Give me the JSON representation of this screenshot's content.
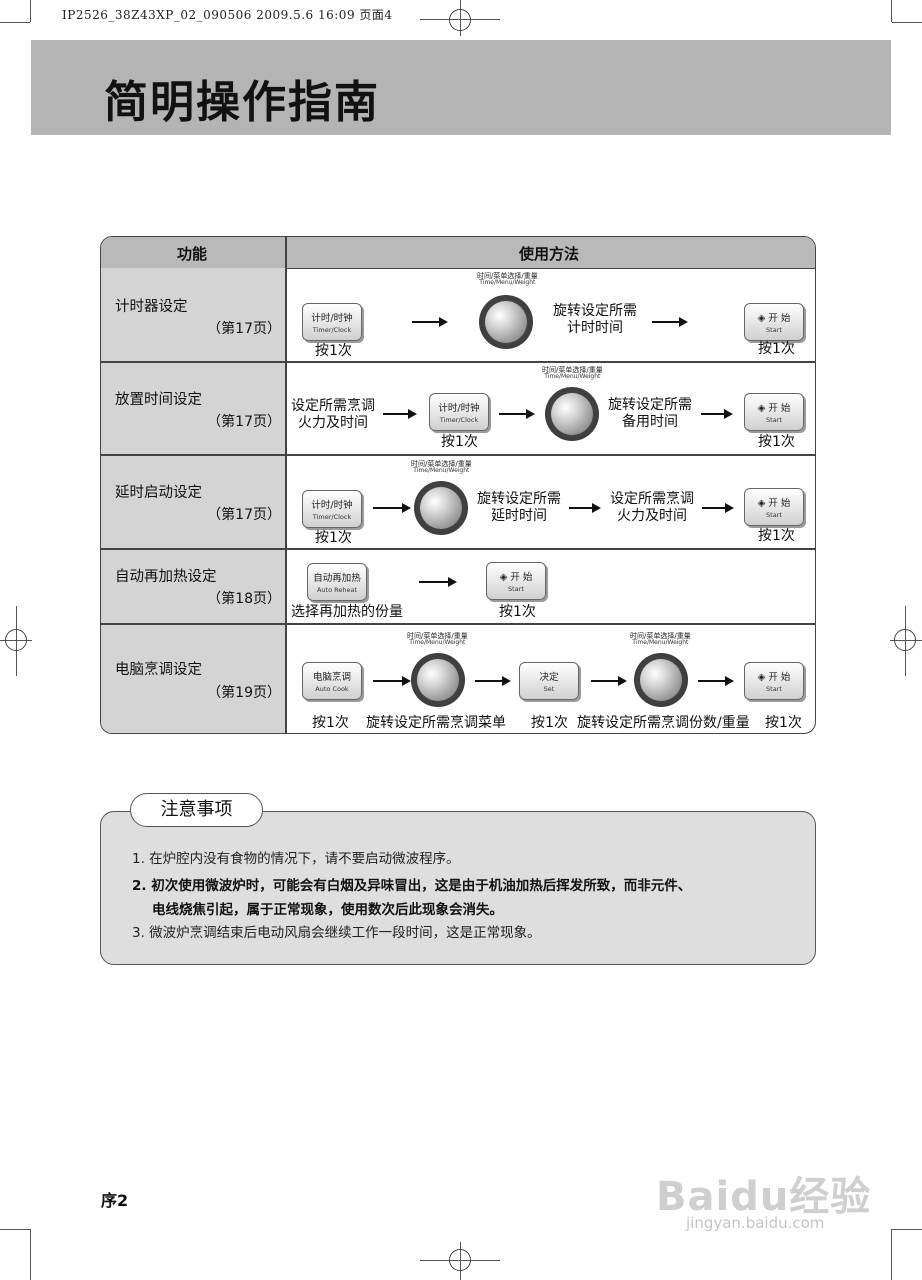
{
  "print_header": "IP2526_38Z43XP_02_090506  2009.5.6 16:09  页面4",
  "title": "简明操作指南",
  "table": {
    "col_function": "功能",
    "col_usage": "使用方法",
    "dial_cn": "时间/菜单选择/重量",
    "dial_en": "Time/Menu/Weight",
    "rows": [
      {
        "name": "计时器设定",
        "page": "（第17页）",
        "btn1_cn": "计时/时钟",
        "btn1_en": "Timer/Clock",
        "press1": "按1次",
        "turn_text": "旋转设定所需\n计时时间",
        "start_sym": "◈",
        "start_cn": "开 始",
        "start_en": "Start",
        "press_start": "按1次"
      },
      {
        "name": "放置时间设定",
        "page": "（第17页）",
        "pre_text": "设定所需烹调\n火力及时间",
        "btn1_cn": "计时/时钟",
        "btn1_en": "Timer/Clock",
        "press1": "按1次",
        "turn_text": "旋转设定所需\n备用时间",
        "start_sym": "◈",
        "start_cn": "开 始",
        "start_en": "Start",
        "press_start": "按1次"
      },
      {
        "name": "延时启动设定",
        "page": "（第17页）",
        "btn1_cn": "计时/时钟",
        "btn1_en": "Timer/Clock",
        "press1": "按1次",
        "turn_text": "旋转设定所需\n延时时间",
        "set_text": "设定所需烹调\n火力及时间",
        "start_sym": "◈",
        "start_cn": "开 始",
        "start_en": "Start",
        "press_start": "按1次"
      },
      {
        "name": "自动再加热设定",
        "page": "（第18页）",
        "btn1_cn": "自动再加热",
        "btn1_en": "Auto Reheat",
        "caption1": "选择再加热的份量",
        "start_sym": "◈",
        "start_cn": "开 始",
        "start_en": "Start",
        "press_start": "按1次"
      },
      {
        "name": "电脑烹调设定",
        "page": "（第19页）",
        "btn1_cn": "电脑烹调",
        "btn1_en": "Auto Cook",
        "press1": "按1次",
        "turn1": "旋转设定所需烹调菜单",
        "set_cn": "决定",
        "set_en": "Set",
        "press_set": "按1次",
        "turn2": "旋转设定所需烹调份数/重量",
        "start_sym": "◈",
        "start_cn": "开 始",
        "start_en": "Start",
        "press_start": "按1次"
      }
    ]
  },
  "notes": {
    "heading": "注意事项",
    "items": [
      "1. 在炉腔内没有食物的情况下，请不要启动微波程序。",
      "2. 初次使用微波炉时，可能会有白烟及异味冒出，这是由于机油加热后挥发所致，而非元件、",
      "电线烧焦引起，属于正常现象，使用数次后此现象会消失。",
      "3. 微波炉烹调结束后电动风扇会继续工作一段时间，这是正常现象。"
    ]
  },
  "page_number": "序2",
  "watermark": {
    "logo": "Baidu经验",
    "url": "jingyan.baidu.com"
  }
}
